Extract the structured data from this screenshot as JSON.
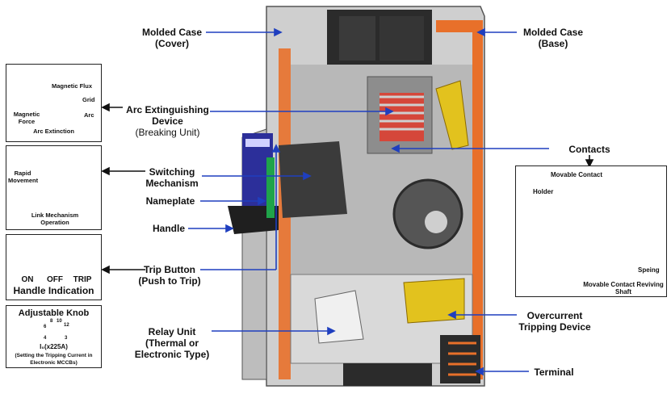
{
  "labels": {
    "molded_case_cover": {
      "line1": "Molded Case",
      "line2": "(Cover)"
    },
    "molded_case_base": {
      "line1": "Molded Case",
      "line2": "(Base)"
    },
    "arc_device": {
      "line1": "Arc Extinguishing",
      "line2": "Device",
      "line3": "(Breaking Unit)"
    },
    "contacts": "Contacts",
    "switching": {
      "line1": "Switching",
      "line2": "Mechanism"
    },
    "nameplate": "Nameplate",
    "handle": "Handle",
    "trip_button": {
      "line1": "Trip Button",
      "line2": "(Push to Trip)"
    },
    "relay_unit": {
      "line1": "Relay Unit",
      "line2": "(Thermal or",
      "line3": "Electronic Type)"
    },
    "overcurrent": {
      "line1": "Overcurrent",
      "line2": "Tripping Device"
    },
    "terminal": "Terminal"
  },
  "arc_box": {
    "magnetic_flux": "Magnetic Flux",
    "grid": "Grid",
    "magnetic_force": "Magnetic Force",
    "arc": "Arc",
    "caption": "Arc Extinction"
  },
  "link_box": {
    "rapid_movement": "Rapid Movement",
    "caption": "Link Mechanism Operation"
  },
  "handle_box": {
    "states": [
      "ON",
      "OFF",
      "TRIP"
    ],
    "caption": "Handle Indication"
  },
  "knob_box": {
    "title": "Adjustable Knob",
    "ticks": [
      "8",
      "10",
      "12",
      "6",
      "4",
      "3"
    ],
    "formula": "I₀(x225A)",
    "caption": "(Setting the Tripping Current in Electronic MCCBs)"
  },
  "contact_detail": {
    "movable_contact": "Movable Contact",
    "holder": "Holder",
    "spring": "Speing",
    "shaft": "Movable Contact Reviving Shaft"
  },
  "colors": {
    "arrow": "#1f3fbf",
    "orange": "#e8702a",
    "dark": "#2b2b2b",
    "grey": "#9a9a9a",
    "yellow": "#e2c21e",
    "red": "#e23b2b"
  }
}
